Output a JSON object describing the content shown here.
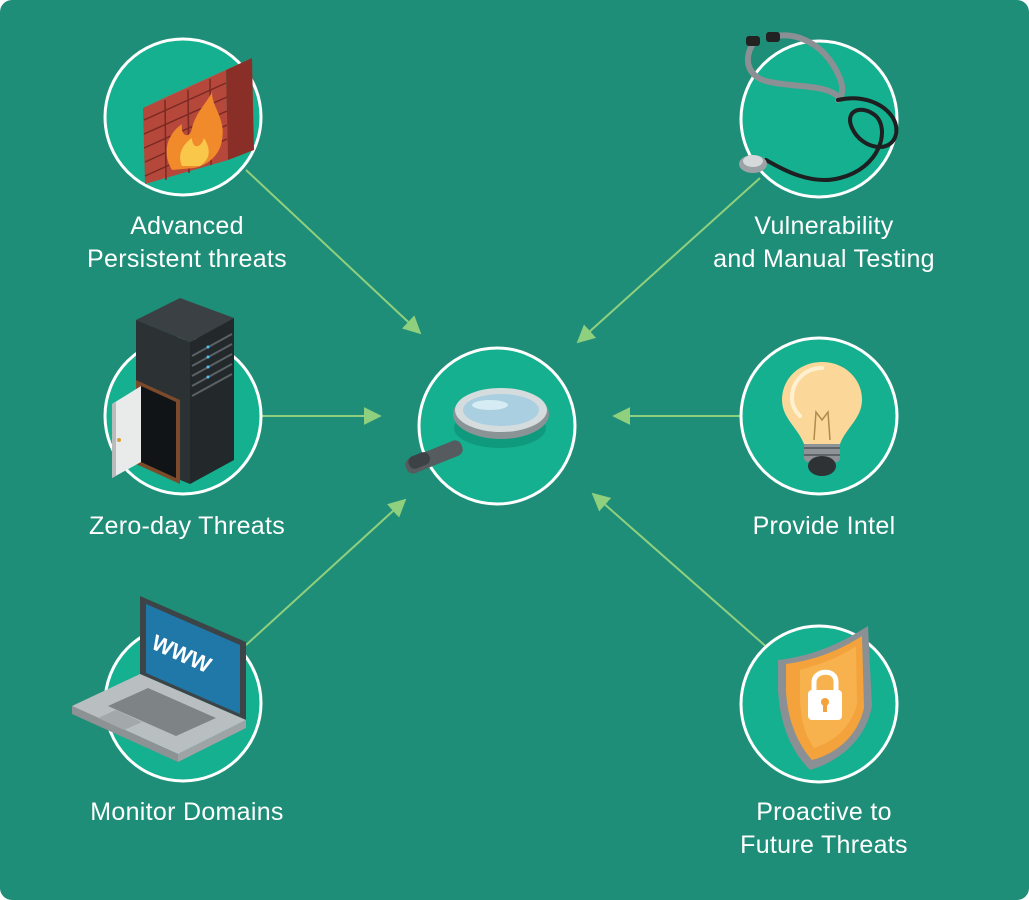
{
  "colors": {
    "background": "#1f8e78",
    "node_fill": "#14b090",
    "node_ring": "#ffffff",
    "arrow": "#8fd07e",
    "text": "#ffffff"
  },
  "center": {
    "icon": "magnifying-glass-icon"
  },
  "nodes": [
    {
      "id": "apt",
      "icon": "burning-firewall-icon",
      "lines": [
        "Advanced",
        "Persistent threats"
      ]
    },
    {
      "id": "zero-day",
      "icon": "server-rack-open-door-icon",
      "lines": [
        "Zero-day Threats"
      ]
    },
    {
      "id": "domains",
      "icon": "laptop-www-icon",
      "lines": [
        "Monitor Domains"
      ]
    },
    {
      "id": "vuln",
      "icon": "stethoscope-icon",
      "lines": [
        "Vulnerability",
        "and Manual Testing"
      ]
    },
    {
      "id": "intel",
      "icon": "lightbulb-icon",
      "lines": [
        "Provide Intel"
      ]
    },
    {
      "id": "proactive",
      "icon": "shield-lock-icon",
      "lines": [
        "Proactive to",
        "Future Threats"
      ]
    }
  ]
}
